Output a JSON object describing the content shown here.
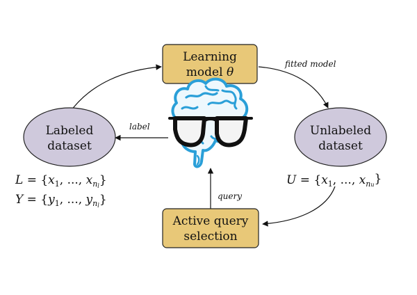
{
  "nodes": {
    "learning_model": {
      "line1": "Learning",
      "line2_prefix": "model ",
      "line2_symbol": "θ"
    },
    "labeled_dataset": {
      "line1": "Labeled",
      "line2": "dataset"
    },
    "unlabeled_dataset": {
      "line1": "Unlabeled",
      "line2": "dataset"
    },
    "active_query": {
      "line1": "Active query",
      "line2": "selection"
    }
  },
  "edges": {
    "fitted_model": "fitted model",
    "label": "label",
    "query": "query"
  },
  "formulas": {
    "L": {
      "lhs": "L",
      "eq": " = {",
      "x": "x",
      "sub1": "1",
      "dots": ", ..., ",
      "subn": "n",
      "subl": "l",
      "close": "}"
    },
    "Y": {
      "lhs": "Y",
      "eq": " = {",
      "x": "y",
      "sub1": "1",
      "dots": ", ..., ",
      "subn": "n",
      "subl": "l",
      "close": "}"
    },
    "U": {
      "lhs": "U",
      "eq": " = {",
      "x": "x",
      "sub1": "1",
      "dots": ", ..., ",
      "subn": "n",
      "subl": "u",
      "close": "}"
    }
  },
  "colors": {
    "box_fill": "#e8c878",
    "box_stroke": "#222222",
    "ellipse_fill": "#cfc9dc",
    "brain": "#2a9fd8",
    "glasses": "#111111"
  },
  "icons": {
    "brain": "brain-with-glasses-icon"
  }
}
